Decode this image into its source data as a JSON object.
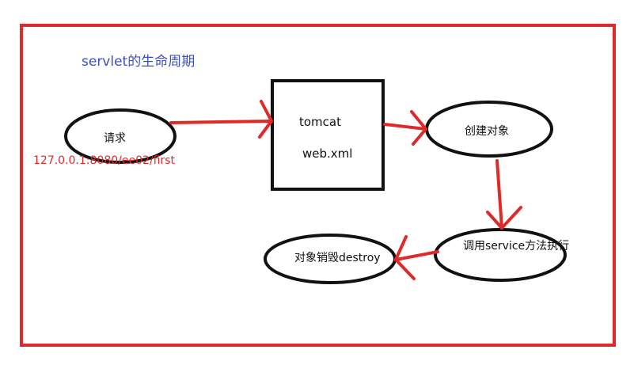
{
  "diagram": {
    "title": "servlet的生命周期",
    "request": {
      "label": "请求",
      "url": "127.0.0.1:8080/ee02/first"
    },
    "server": {
      "line1": "tomcat",
      "line2": "web.xml"
    },
    "create": {
      "label": "创建对象"
    },
    "service": {
      "label": "调用service方法执行"
    },
    "destroy": {
      "label": "对象销毁destroy"
    },
    "colors": {
      "frame": "#e02a2a",
      "arrow": "#e02a2a",
      "ink": "#111111",
      "title": "#3b4fc4"
    }
  }
}
